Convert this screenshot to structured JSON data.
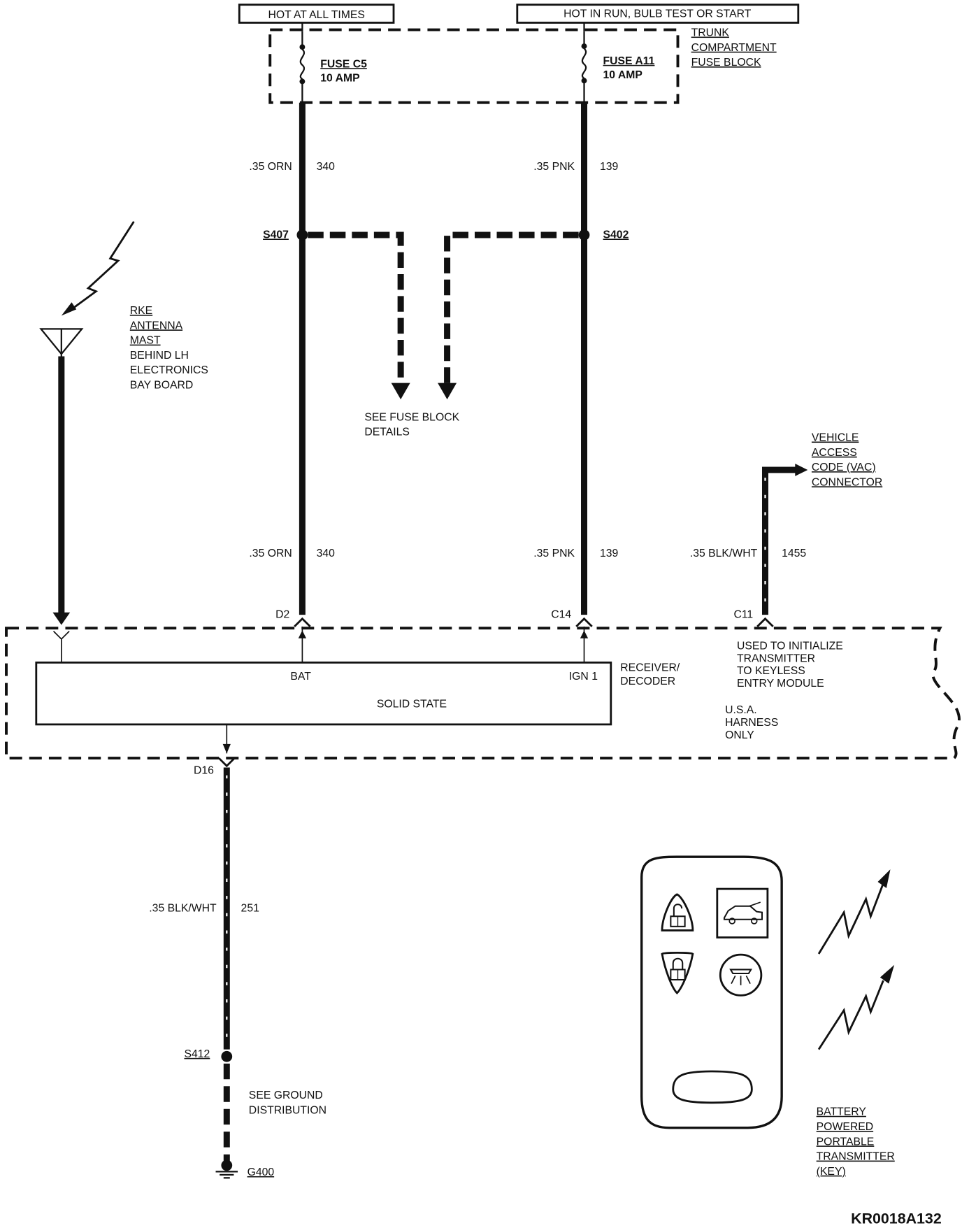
{
  "power": {
    "hot_at_all_times": "HOT AT ALL TIMES",
    "hot_in_run": "HOT IN RUN,  BULB TEST OR START"
  },
  "fuse_block": {
    "label": [
      "TRUNK",
      "COMPARTMENT",
      "FUSE BLOCK"
    ],
    "fuse_c5": {
      "name": "FUSE C5",
      "rating": "10 AMP"
    },
    "fuse_a11": {
      "name": "FUSE A11",
      "rating": "10 AMP"
    }
  },
  "wires": {
    "orn_upper": {
      "gauge_color": ".35 ORN",
      "circuit": "340"
    },
    "pnk_upper": {
      "gauge_color": ".35 PNK",
      "circuit": "139"
    },
    "orn_lower": {
      "gauge_color": ".35 ORN",
      "circuit": "340"
    },
    "pnk_lower": {
      "gauge_color": ".35 PNK",
      "circuit": "139"
    },
    "blkwht_vac": {
      "gauge_color": ".35 BLK/WHT",
      "circuit": "1455"
    },
    "blkwht_ground": {
      "gauge_color": ".35 BLK/WHT",
      "circuit": "251"
    }
  },
  "splices": {
    "s407": "S407",
    "s402": "S402",
    "s412": "S412",
    "g400": "G400"
  },
  "fuse_details": [
    "SEE FUSE BLOCK",
    "DETAILS"
  ],
  "antenna": [
    "RKE",
    "ANTENNA",
    "MAST",
    "BEHIND LH",
    "ELECTRONICS",
    "BAY BOARD"
  ],
  "vac": [
    "VEHICLE",
    "ACCESS",
    "CODE (VAC)",
    "CONNECTOR"
  ],
  "connectors": {
    "d2": "D2",
    "c14": "C14",
    "c11": "C11",
    "d16": "D16"
  },
  "module": {
    "bat": "BAT",
    "ign": "IGN 1",
    "solid_state": "SOLID STATE",
    "receiver": [
      "RECEIVER/",
      "DECODER"
    ],
    "used_to": [
      "USED TO  INITIALIZE",
      "TRANSMITTER",
      "TO KEYLESS",
      "ENTRY MODULE"
    ],
    "usa": [
      "U.S.A.",
      "HARNESS",
      "ONLY"
    ]
  },
  "ground": [
    "SEE GROUND",
    "DISTRIBUTION"
  ],
  "transmitter": [
    "BATTERY",
    "POWERED",
    "PORTABLE",
    "TRANSMITTER",
    "(KEY)"
  ],
  "figure_code": "KR0018A132"
}
